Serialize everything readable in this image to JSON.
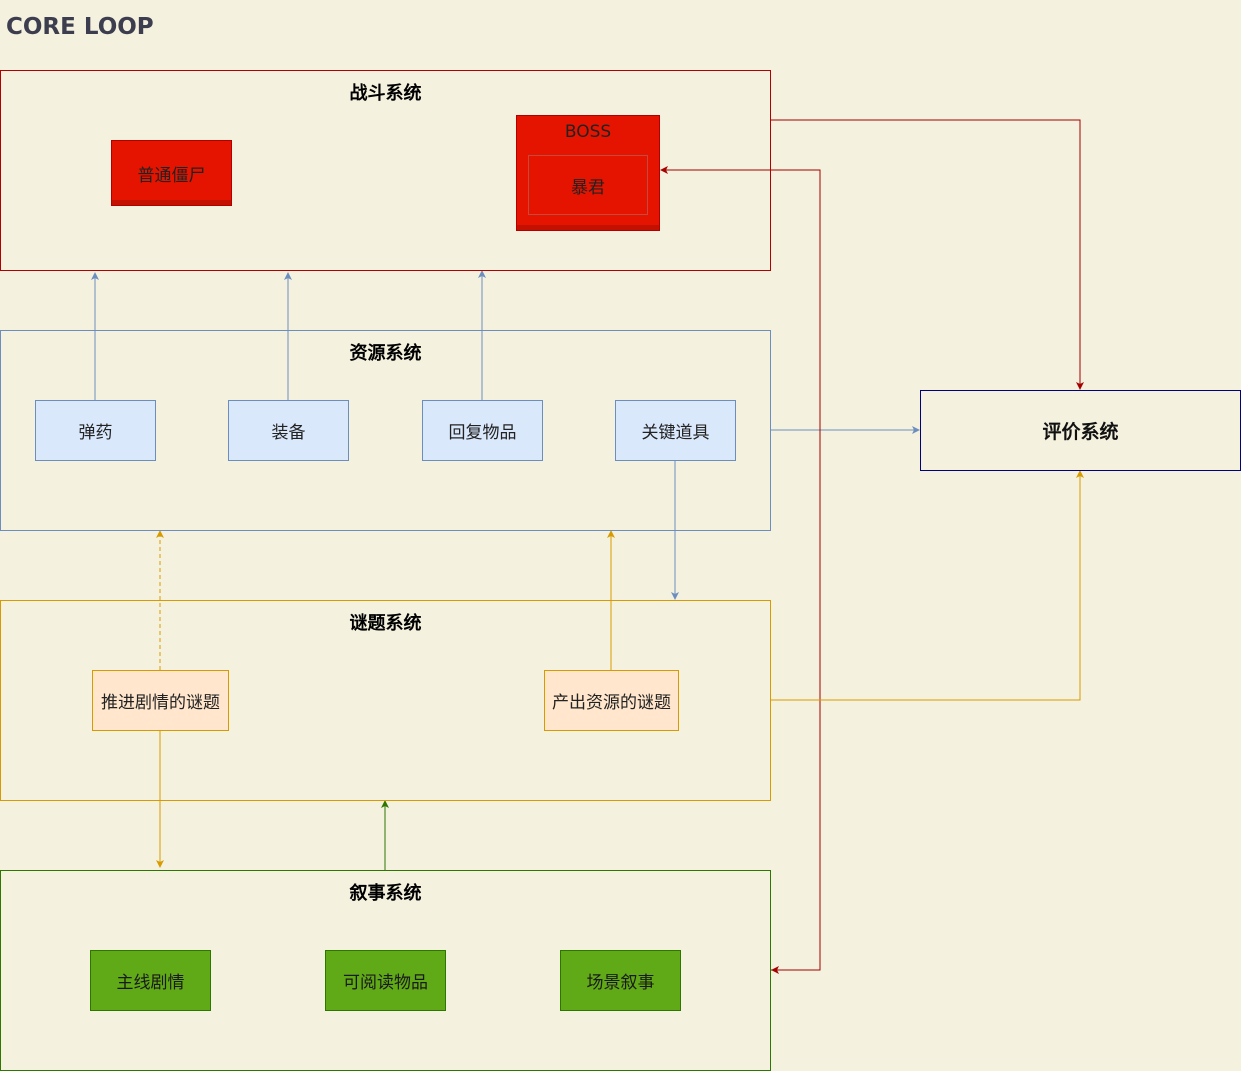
{
  "title": "CORE LOOP",
  "systems": {
    "combat": {
      "title": "战斗系统",
      "normal_zombie": "普通僵尸",
      "boss_group": {
        "label": "BOSS",
        "child": "暴君"
      }
    },
    "resource": {
      "title": "资源系统",
      "items": [
        "弹药",
        "装备",
        "回复物品",
        "关键道具"
      ]
    },
    "puzzle": {
      "title": "谜题系统",
      "items": [
        "推进剧情的谜题",
        "产出资源的谜题"
      ]
    },
    "narrative": {
      "title": "叙事系统",
      "items": [
        "主线剧情",
        "可阅读物品",
        "场景叙事"
      ]
    },
    "evaluation": {
      "title": "评价系统"
    }
  },
  "colors": {
    "background": "#f4f1de",
    "combat": "#b20000",
    "resource": "#6c8ebf",
    "puzzle": "#d79b00",
    "narrative": "#2d7600",
    "evaluation": "#000080"
  }
}
